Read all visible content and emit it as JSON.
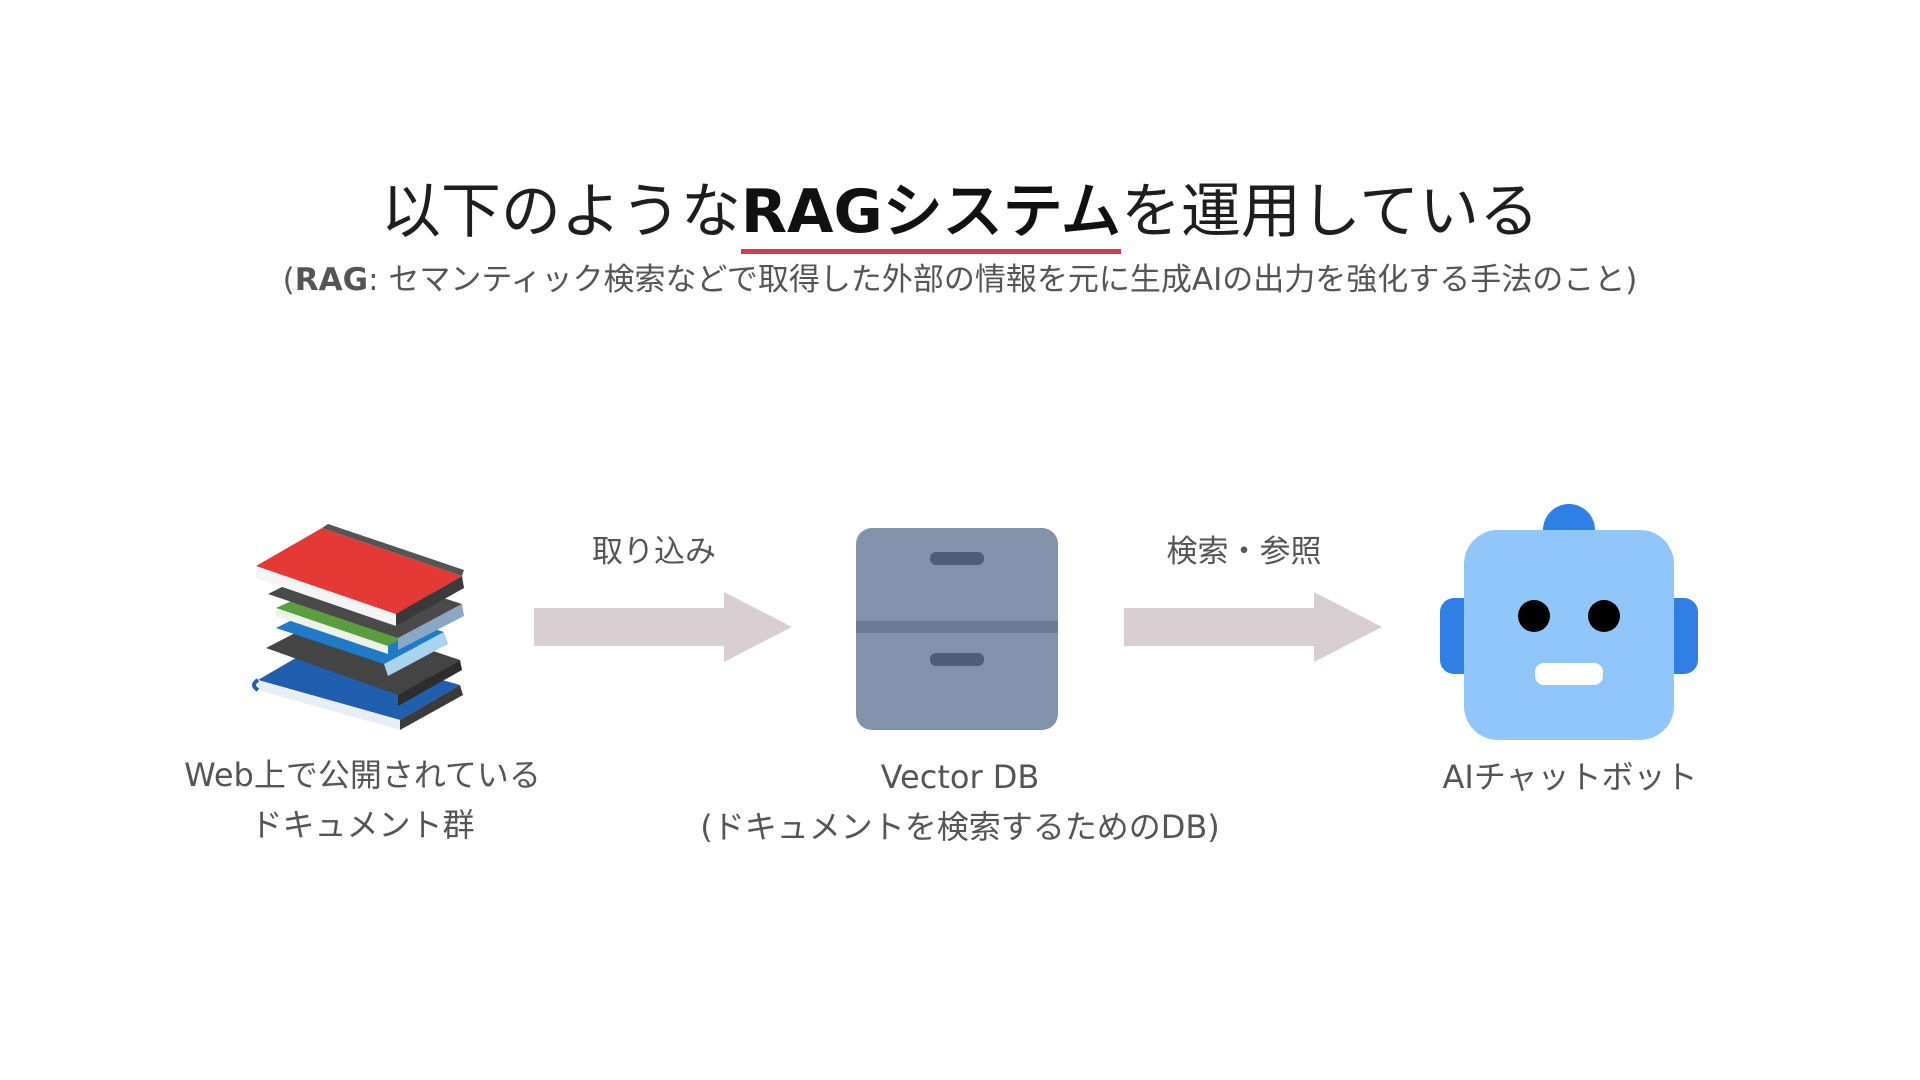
{
  "title": {
    "prefix": "以下のような",
    "highlight": "RAGシステム",
    "suffix": "を運用している"
  },
  "subtitle": {
    "open": "(",
    "term": "RAG",
    "rest": ": セマンティック検索などで取得した外部の情報を元に生成AIの出力を強化する手法のこと)"
  },
  "nodes": [
    {
      "icon": "books-icon",
      "lines": [
        "Web上で公開されている",
        "ドキュメント群"
      ]
    },
    {
      "icon": "file-cabinet-icon",
      "lines": [
        "Vector DB",
        "(ドキュメントを検索するためのDB)"
      ]
    },
    {
      "icon": "robot-icon",
      "lines": [
        "AIチャットボット"
      ]
    }
  ],
  "edges": [
    {
      "label": "取り込み"
    },
    {
      "label": "検索・参照"
    }
  ],
  "colors": {
    "underline": "#d83a4f",
    "arrow": "#d9cfd2",
    "cabinet": "#8292aa",
    "robot_face": "#90c6fa",
    "robot_ears": "#2f7ee6"
  }
}
